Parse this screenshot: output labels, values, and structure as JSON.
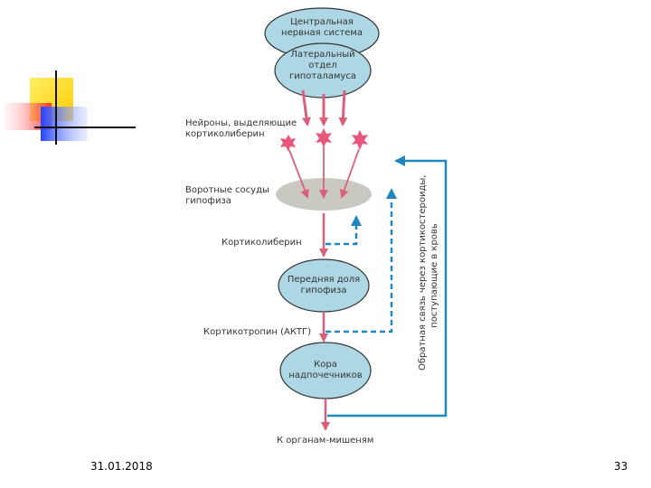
{
  "colors": {
    "oval_fill": "#aed7e6",
    "oval_stroke": "#333333",
    "portal_fill": "#c9c9c2",
    "hormone_arrow": "#d9607a",
    "neuron": "#e8567d",
    "feedback": "#1e87c0",
    "logo_yellow": "#ffdd33",
    "logo_red": "#ff4444",
    "logo_blue": "#3355ee"
  },
  "nodes": {
    "cns": "Центральная нервная система",
    "hypothalamus": "Латеральный отдел гипоталамуса",
    "pituitary": "Передняя доля гипофиза",
    "adrenal": "Кора надпочечников"
  },
  "labels": {
    "neurons": "Нейроны, выделяющие кортиколиберин",
    "portal": "Воротные сосуды гипофиза",
    "crh": "Кортиколиберин",
    "acth": "Кортикотропин (АКТГ)",
    "targets": "К органам-мишеням",
    "feedback_line1": "Обратная связь через кортикостероиды,",
    "feedback_line2": "поступающие в кровь"
  },
  "footer": {
    "date": "31.01.2018",
    "page": "33"
  }
}
